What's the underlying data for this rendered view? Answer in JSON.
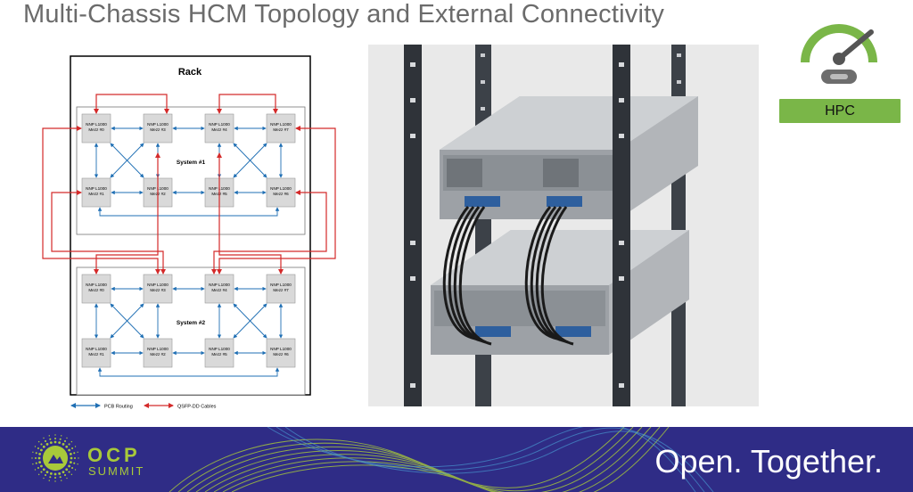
{
  "slide": {
    "title": "Multi-Chassis HCM Topology and External Connectivity",
    "badge": "HPC",
    "tagline": "Open. Together.",
    "logo_word": "OCP",
    "logo_sub": "SUMMIT"
  },
  "diagram": {
    "rack_label": "Rack",
    "systems": [
      {
        "label": "System #1",
        "modules": [
          {
            "line1": "NNP L1000",
            "line2": "Mezz #0"
          },
          {
            "line1": "NNP L1000",
            "line2": "Mezz #3"
          },
          {
            "line1": "NNP L1000",
            "line2": "Mezz #4"
          },
          {
            "line1": "NNP L1000",
            "line2": "Mezz #7"
          },
          {
            "line1": "NNP L1000",
            "line2": "Mezz #1"
          },
          {
            "line1": "NNP L1000",
            "line2": "Mezz #2"
          },
          {
            "line1": "NNP L1000",
            "line2": "Mezz #5"
          },
          {
            "line1": "NNP L1000",
            "line2": "Mezz #6"
          }
        ]
      },
      {
        "label": "System #2",
        "modules": [
          {
            "line1": "NNP L1000",
            "line2": "Mezz #0"
          },
          {
            "line1": "NNP L1000",
            "line2": "Mezz #3"
          },
          {
            "line1": "NNP L1000",
            "line2": "Mezz #4"
          },
          {
            "line1": "NNP L1000",
            "line2": "Mezz #7"
          },
          {
            "line1": "NNP L1000",
            "line2": "Mezz #1"
          },
          {
            "line1": "NNP L1000",
            "line2": "Mezz #2"
          },
          {
            "line1": "NNP L1000",
            "line2": "Mezz #5"
          },
          {
            "line1": "NNP L1000",
            "line2": "Mezz #6"
          }
        ]
      }
    ],
    "legend": [
      {
        "label": "PCB Routing",
        "color": "#1f6fb4"
      },
      {
        "label": "QSFP-DD Cables",
        "color": "#d42a2a"
      }
    ]
  },
  "colors": {
    "pcb": "#1f6fb4",
    "cable": "#d42a2a",
    "accent_green": "#7ab648",
    "footer_bg": "#2f2c86"
  },
  "icons": {
    "gauge": "speedometer-icon",
    "photo": "rack-servers-photo"
  }
}
